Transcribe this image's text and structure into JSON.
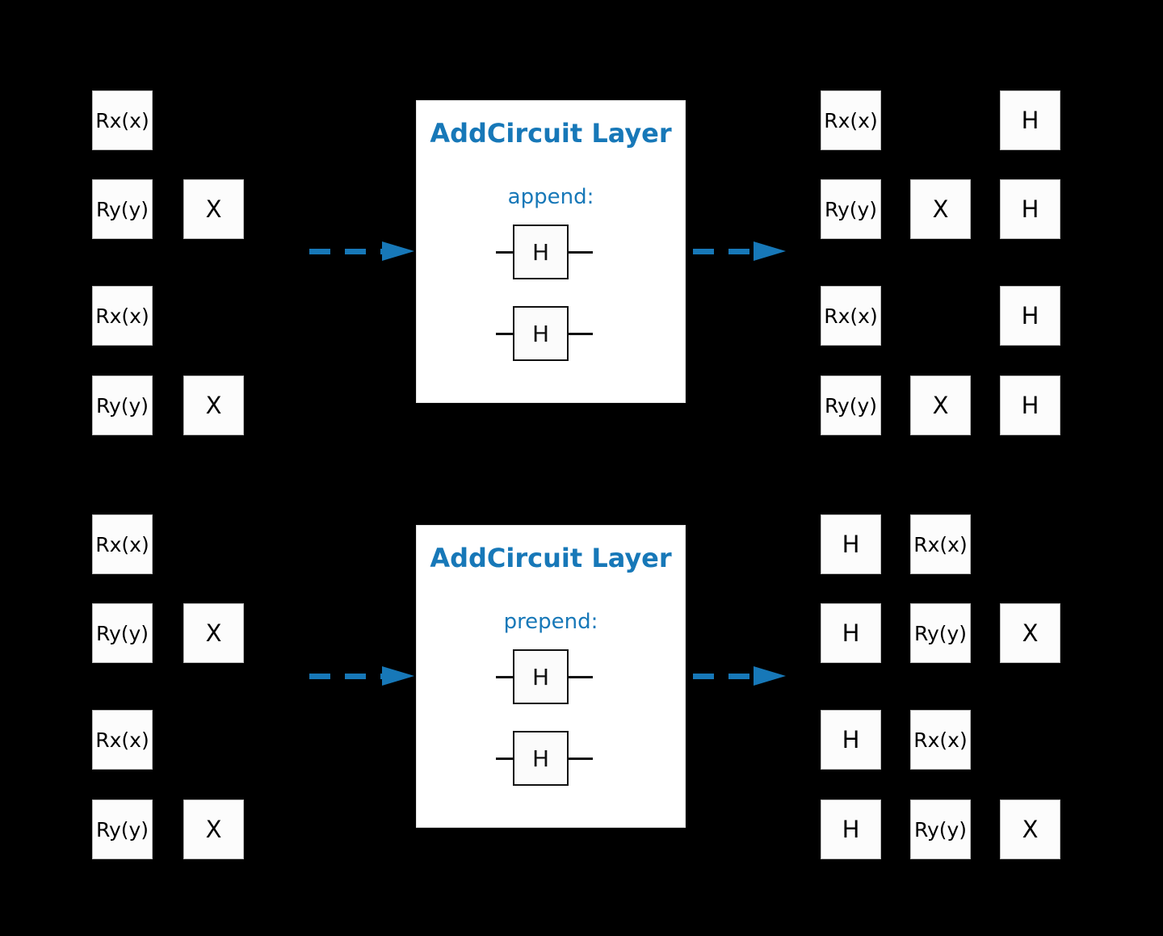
{
  "figure": {
    "background": "#000000",
    "accent_color": "#1778b8",
    "gate_fill": "#fcfcfc",
    "panel_fill": "#ffffff"
  },
  "panels": [
    {
      "id": "append-panel",
      "layer_title": "AddCircuit Layer",
      "mode_label": "append:",
      "inserted_gates": [
        "H",
        "H"
      ],
      "input_circuit": {
        "rows": [
          {
            "wire": 0,
            "gates": [
              "Rx(x)"
            ]
          },
          {
            "wire": 1,
            "gates": [
              "Ry(y)",
              "X"
            ]
          },
          {
            "wire": 2,
            "gates": [
              "Rx(x)"
            ]
          },
          {
            "wire": 3,
            "gates": [
              "Ry(y)",
              "X"
            ]
          }
        ]
      },
      "output_circuit": {
        "rows": [
          {
            "wire": 0,
            "cells": [
              "Rx(x)",
              "",
              "H"
            ]
          },
          {
            "wire": 1,
            "cells": [
              "Ry(y)",
              "X",
              "H"
            ]
          },
          {
            "wire": 2,
            "cells": [
              "Rx(x)",
              "",
              "H"
            ]
          },
          {
            "wire": 3,
            "cells": [
              "Ry(y)",
              "X",
              "H"
            ]
          }
        ]
      }
    },
    {
      "id": "prepend-panel",
      "layer_title": "AddCircuit Layer",
      "mode_label": "prepend:",
      "inserted_gates": [
        "H",
        "H"
      ],
      "input_circuit": {
        "rows": [
          {
            "wire": 0,
            "gates": [
              "Rx(x)"
            ]
          },
          {
            "wire": 1,
            "gates": [
              "Ry(y)",
              "X"
            ]
          },
          {
            "wire": 2,
            "gates": [
              "Rx(x)"
            ]
          },
          {
            "wire": 3,
            "gates": [
              "Ry(y)",
              "X"
            ]
          }
        ]
      },
      "output_circuit": {
        "rows": [
          {
            "wire": 0,
            "cells": [
              "H",
              "Rx(x)",
              ""
            ]
          },
          {
            "wire": 1,
            "cells": [
              "H",
              "Ry(y)",
              "X"
            ]
          },
          {
            "wire": 2,
            "cells": [
              "H",
              "Rx(x)",
              ""
            ]
          },
          {
            "wire": 3,
            "cells": [
              "H",
              "Ry(y)",
              "X"
            ]
          }
        ]
      }
    }
  ]
}
